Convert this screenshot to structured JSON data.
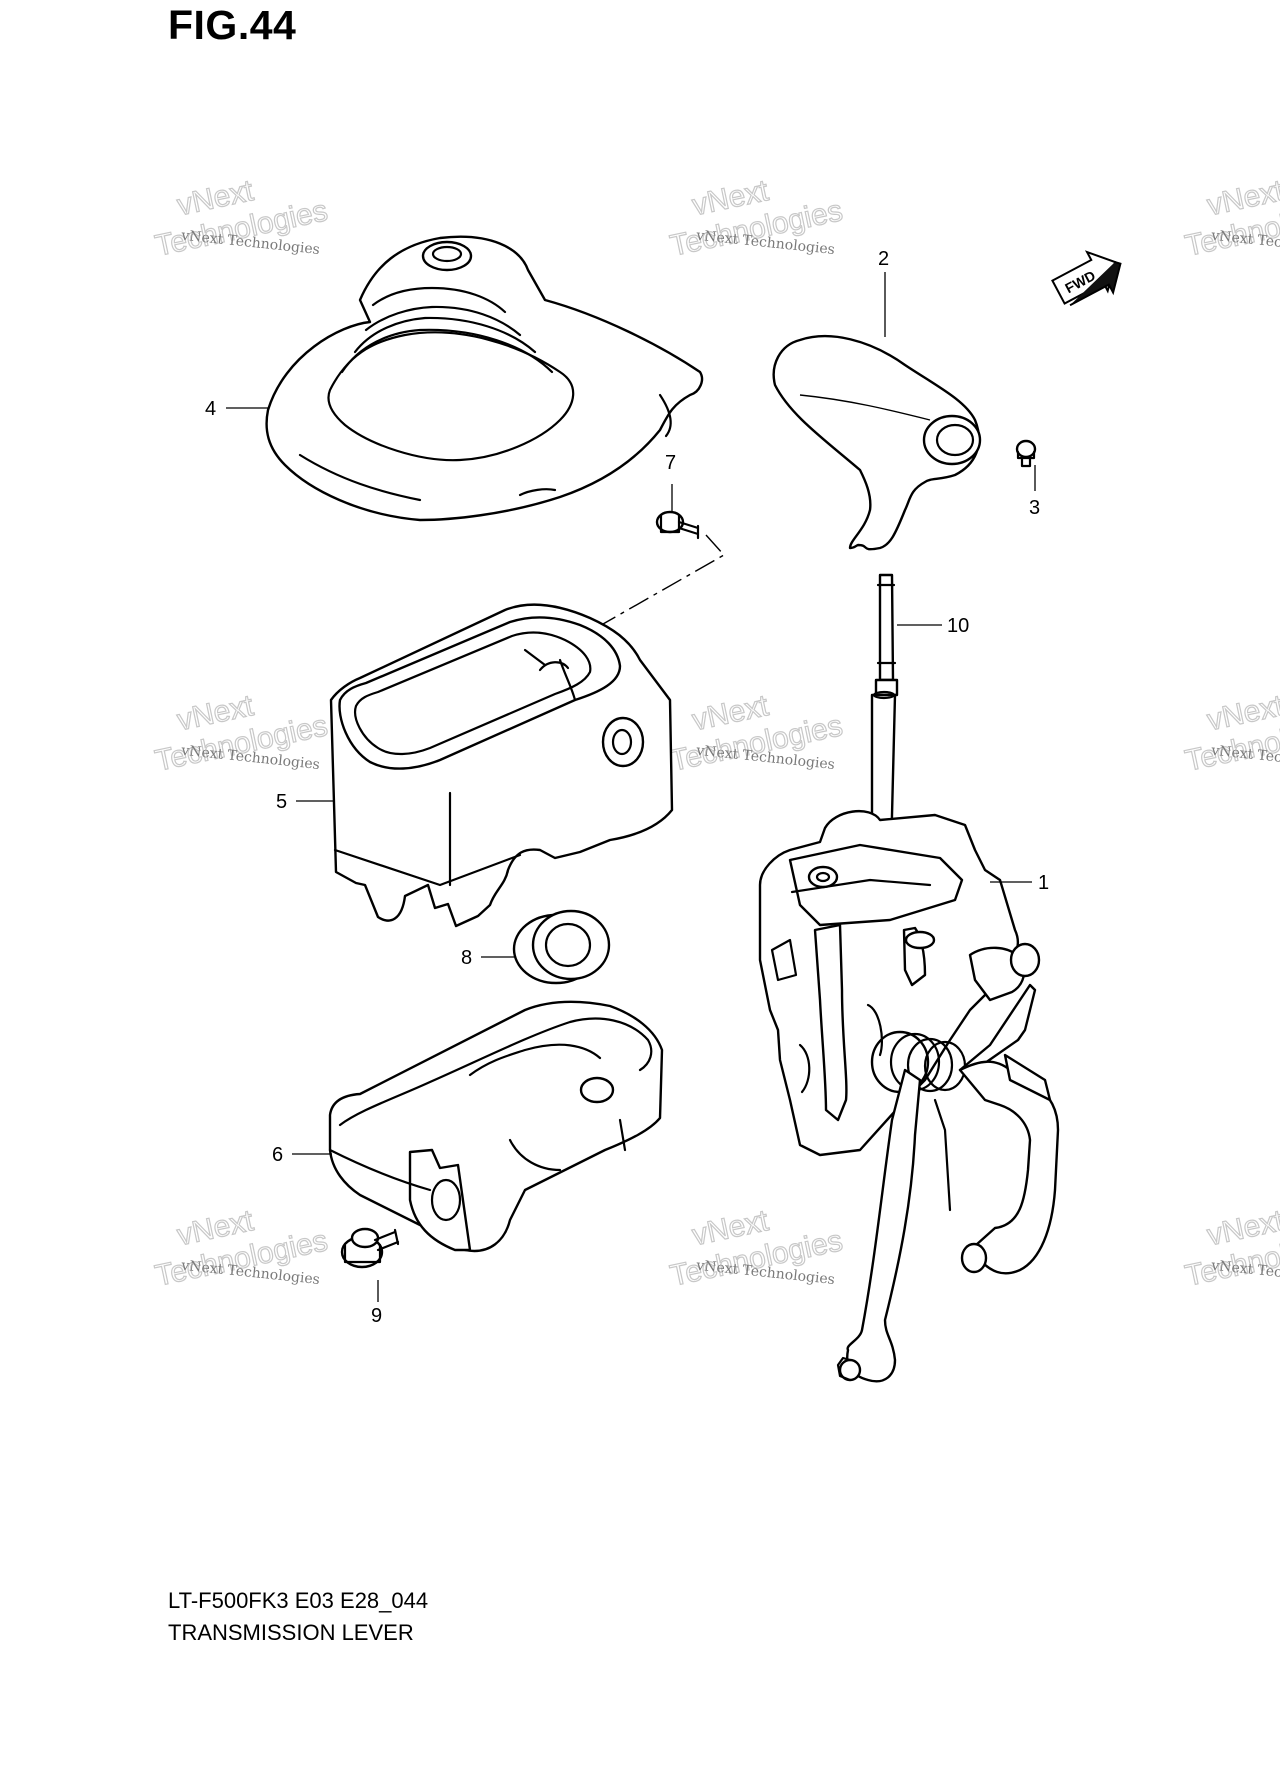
{
  "figure": {
    "title": "FIG.44",
    "code": "LT-F500FK3 E03 E28_044",
    "name": "TRANSMISSION LEVER",
    "direction_badge": "FWD"
  },
  "callouts": [
    {
      "id": "1",
      "label": "1"
    },
    {
      "id": "2",
      "label": "2"
    },
    {
      "id": "3",
      "label": "3"
    },
    {
      "id": "4",
      "label": "4"
    },
    {
      "id": "5",
      "label": "5"
    },
    {
      "id": "6",
      "label": "6"
    },
    {
      "id": "7",
      "label": "7"
    },
    {
      "id": "8",
      "label": "8"
    },
    {
      "id": "9",
      "label": "9"
    },
    {
      "id": "10",
      "label": "10"
    }
  ],
  "watermark": {
    "small": "vNext Technologies",
    "big_line1": "vNext",
    "big_line2": "Technologies"
  }
}
